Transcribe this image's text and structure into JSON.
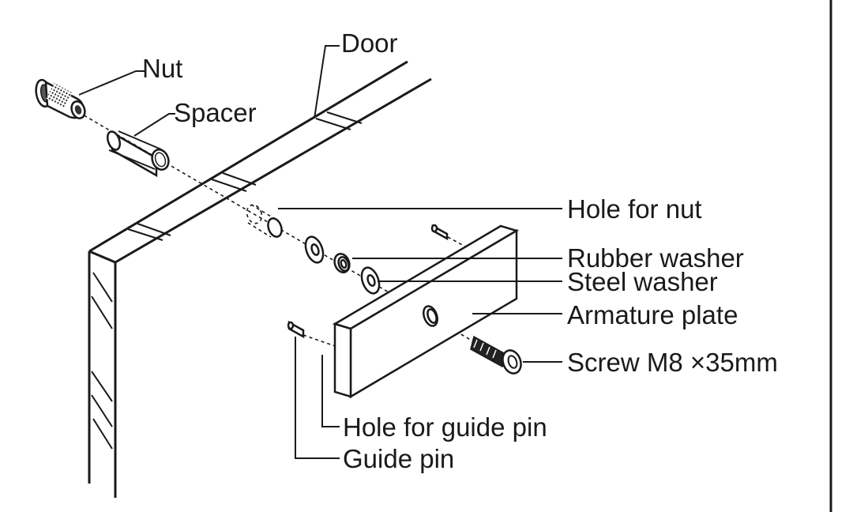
{
  "labels": {
    "door": "Door",
    "nut": "Nut",
    "spacer": "Spacer",
    "hole_for_nut": "Hole for nut",
    "rubber_washer": "Rubber washer",
    "steel_washer": "Steel washer",
    "armature_plate": "Armature plate",
    "screw": "Screw M8 ×35mm",
    "hole_for_guide_pin": "Hole for guide pin",
    "guide_pin": "Guide pin"
  }
}
